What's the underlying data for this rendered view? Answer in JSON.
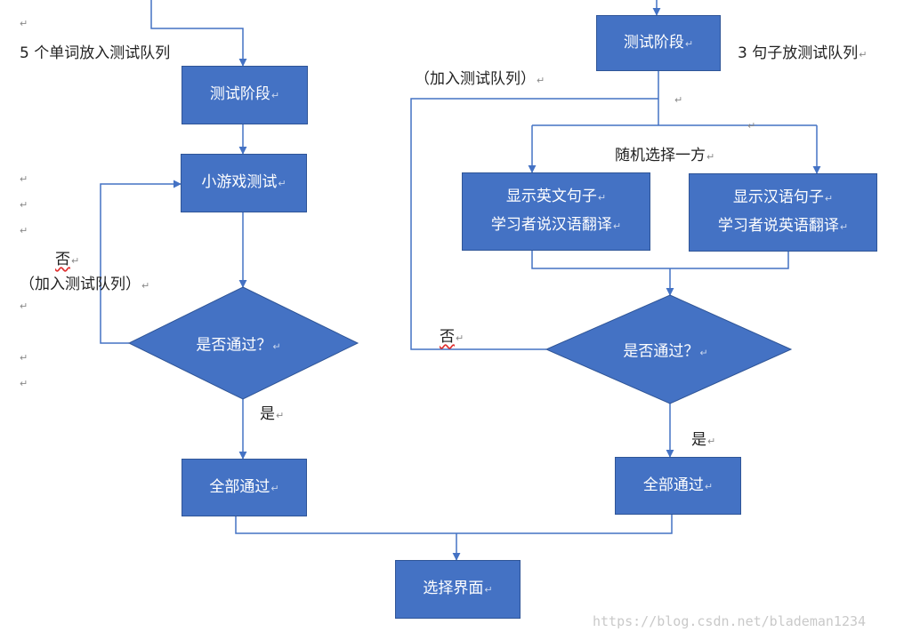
{
  "left": {
    "queue_label": "5 个单词放入测试队列",
    "test_phase": "测试阶段",
    "mini_game": "小游戏测试",
    "decision": "是否通过？",
    "no_label": "否",
    "requeue_label": "（加入测试队列）",
    "yes_label": "是",
    "all_pass": "全部通过"
  },
  "right": {
    "test_phase": "测试阶段",
    "queue_label": "3 句子放测试队列",
    "requeue_label": "（加入测试队列）",
    "random_label": "随机选择一方",
    "english_box": {
      "line1": "显示英文句子",
      "line2": "学习者说汉语翻译"
    },
    "chinese_box": {
      "line1": "显示汉语句子",
      "line2": "学习者说英语翻译"
    },
    "decision": "是否通过？",
    "no_label": "否",
    "yes_label": "是",
    "all_pass": "全部通过"
  },
  "bottom": {
    "select_screen": "选择界面"
  },
  "paragraph_mark": "↵",
  "watermark": "https://blog.csdn.net/blademan1234",
  "colors": {
    "box_fill": "#4472c4",
    "box_border": "#2f5597",
    "connector": "#4472c4",
    "text_on_box": "#ffffff"
  }
}
